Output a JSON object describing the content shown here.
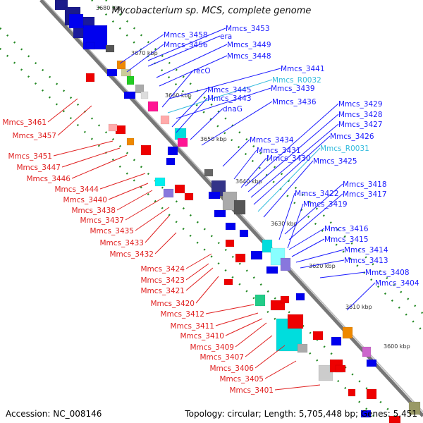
{
  "title": "Mycobacterium sp. MCS, complete genome",
  "footer": {
    "accession": "Accession: NC_008146",
    "topology": "Topology: circular; Length: 5,705,448 bp; Genes: 5,451"
  },
  "colors": {
    "forward_label": "#1a1aff",
    "reverse_label": "#e02020",
    "rna_label": "#33bbdd",
    "backbone": "#888888",
    "tick": "#228822"
  },
  "ticks": [
    "3680 kbp",
    "3670 kbp",
    "3660 kbp",
    "3650 kbp",
    "3640 kbp",
    "3630 kbp",
    "3620 kbp",
    "3610 kbp",
    "3600 kbp"
  ],
  "forward_labels": [
    "Mmcs_3453",
    "era",
    "Mmcs_3458",
    "Mmcs_3456",
    "Mmcs_3449",
    "Mmcs_3448",
    "Mmcs_3441",
    "recO",
    "Mmcs_R0032",
    "Mmcs_3439",
    "Mmcs_3445",
    "Mmcs_3443",
    "dnaG",
    "Mmcs_3436",
    "Mmcs_3429",
    "Mmcs_3428",
    "Mmcs_3427",
    "Mmcs_3434",
    "Mmcs_3426",
    "Mmcs_3431",
    "Mmcs_R0031",
    "Mmcs_3430",
    "Mmcs_3425",
    "Mmcs_3418",
    "Mmcs_3422",
    "Mmcs_3417",
    "Mmcs_3419",
    "Mmcs_3416",
    "Mmcs_3415",
    "Mmcs_3414",
    "Mmcs_3413",
    "Mmcs_3408",
    "Mmcs_3404"
  ],
  "reverse_labels": [
    "Mmcs_3461",
    "Mmcs_3457",
    "Mmcs_3451",
    "Mmcs_3447",
    "Mmcs_3446",
    "Mmcs_3444",
    "Mmcs_3440",
    "Mmcs_3438",
    "Mmcs_3437",
    "Mmcs_3435",
    "Mmcs_3433",
    "Mmcs_3432",
    "Mmcs_3424",
    "Mmcs_3423",
    "Mmcs_3421",
    "Mmcs_3420",
    "Mmcs_3412",
    "Mmcs_3411",
    "Mmcs_3410",
    "Mmcs_3409",
    "Mmcs_3407",
    "Mmcs_3406",
    "Mmcs_3405",
    "Mmcs_3401"
  ]
}
